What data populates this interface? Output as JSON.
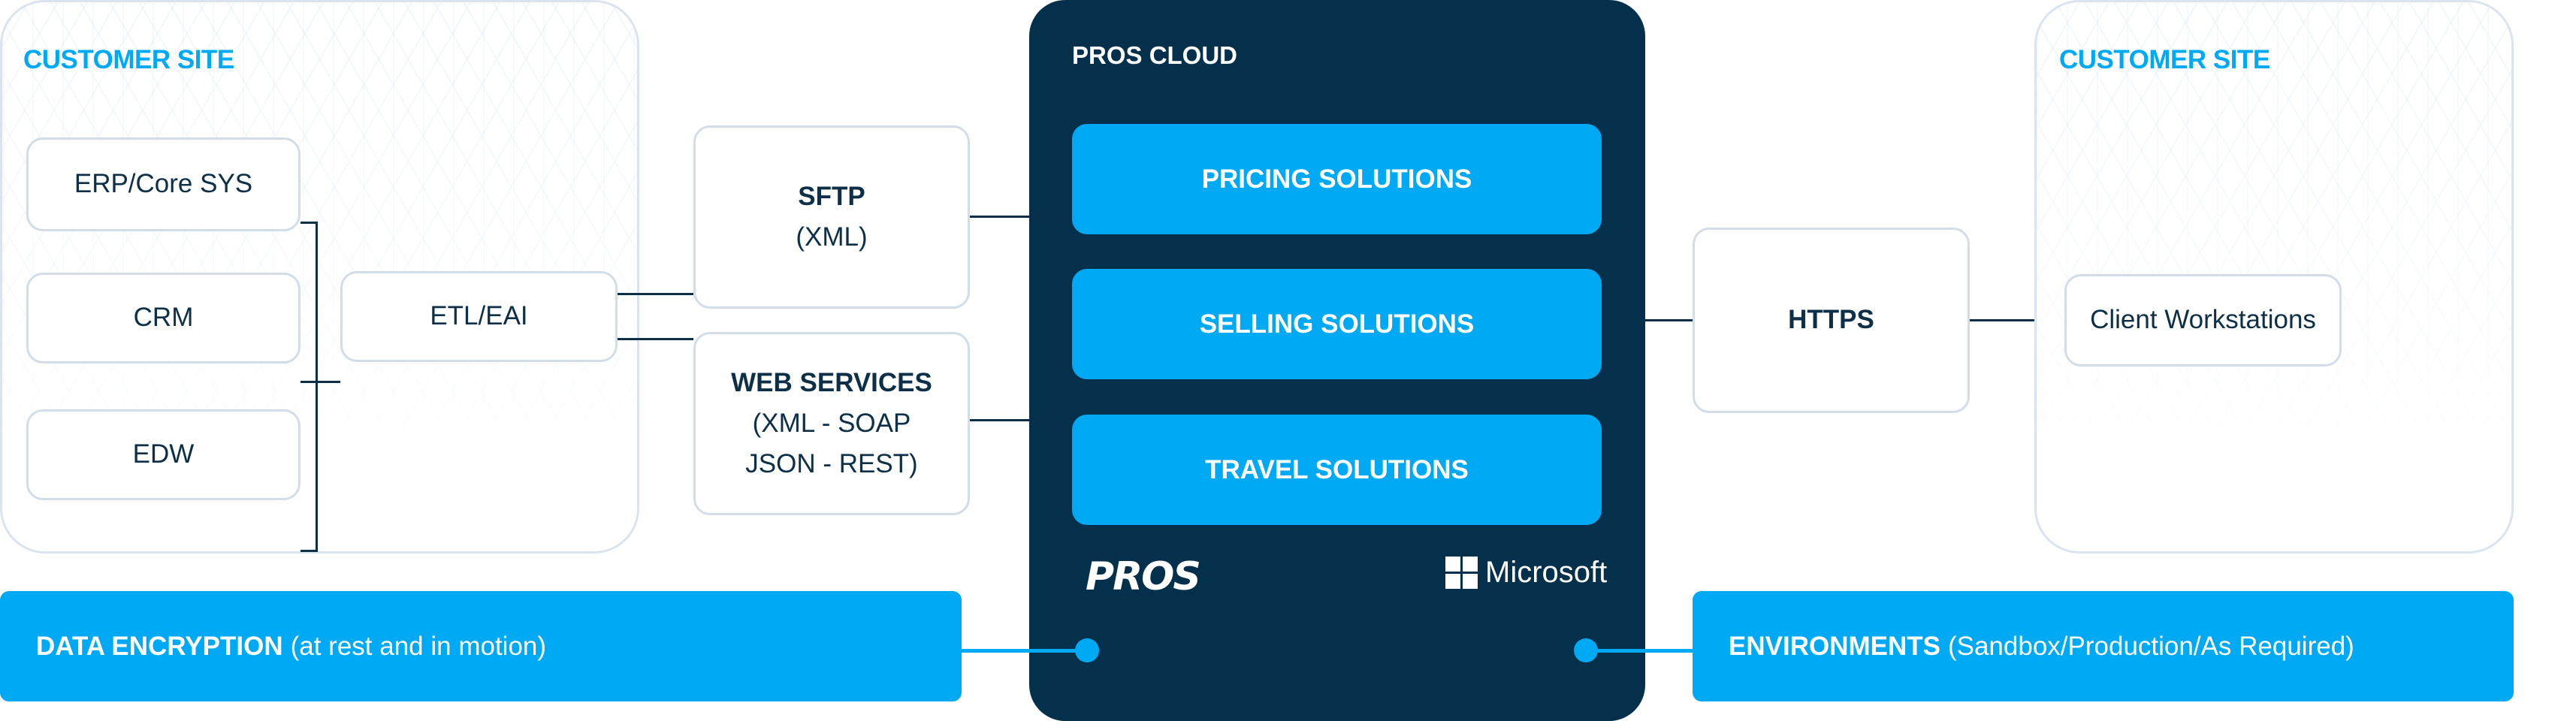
{
  "colors": {
    "accent": "#00a9f4",
    "cloud": "#04304b",
    "text": "#0d2f47",
    "border": "#d3dde8"
  },
  "left_site": {
    "title": "CUSTOMER SITE",
    "systems": [
      "ERP/Core SYS",
      "CRM",
      "EDW"
    ],
    "integration": "ETL/EAI"
  },
  "transports": {
    "sftp": {
      "title": "SFTP",
      "sub": "(XML)"
    },
    "web_services": {
      "title": "WEB SERVICES",
      "sub1": "(XML - SOAP",
      "sub2": "JSON - REST)"
    }
  },
  "cloud": {
    "title": "PROS CLOUD",
    "solutions": [
      "PRICING SOLUTIONS",
      "SELLING SOLUTIONS",
      "TRAVEL SOLUTIONS"
    ],
    "logos": {
      "pros": "PROS",
      "microsoft": "Microsoft"
    }
  },
  "https": {
    "title": "HTTPS"
  },
  "right_site": {
    "title": "CUSTOMER SITE",
    "client": "Client Workstations"
  },
  "bars": {
    "encryption": {
      "bold": "DATA ENCRYPTION",
      "rest": "(at rest and in motion)"
    },
    "environments": {
      "bold": "ENVIRONMENTS",
      "rest": "(Sandbox/Production/As Required)"
    }
  }
}
